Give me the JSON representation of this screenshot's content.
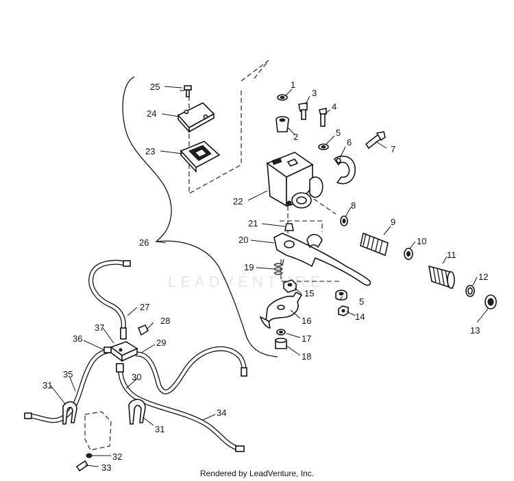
{
  "footer_text": "Rendered by LeadVenture, Inc.",
  "watermark_text": "LEADVENTURE",
  "callouts": {
    "c1": "1",
    "c2": "2",
    "c3": "3",
    "c4": "4",
    "c5a": "5",
    "c5b": "5",
    "c6": "6",
    "c7": "7",
    "c8": "8",
    "c9": "9",
    "c10": "10",
    "c11": "11",
    "c12": "12",
    "c13": "13",
    "c14": "14",
    "c15": "15",
    "c16": "16",
    "c17": "17",
    "c18": "18",
    "c19": "19",
    "c20": "20",
    "c21": "21",
    "c22": "22",
    "c23": "23",
    "c24": "24",
    "c25": "25",
    "c26": "26",
    "c27": "27",
    "c28": "28",
    "c29": "29",
    "c30": "30",
    "c31a": "31",
    "c31b": "31",
    "c32": "32",
    "c33": "33",
    "c34": "34",
    "c35": "35",
    "c36": "36",
    "c37": "37"
  }
}
